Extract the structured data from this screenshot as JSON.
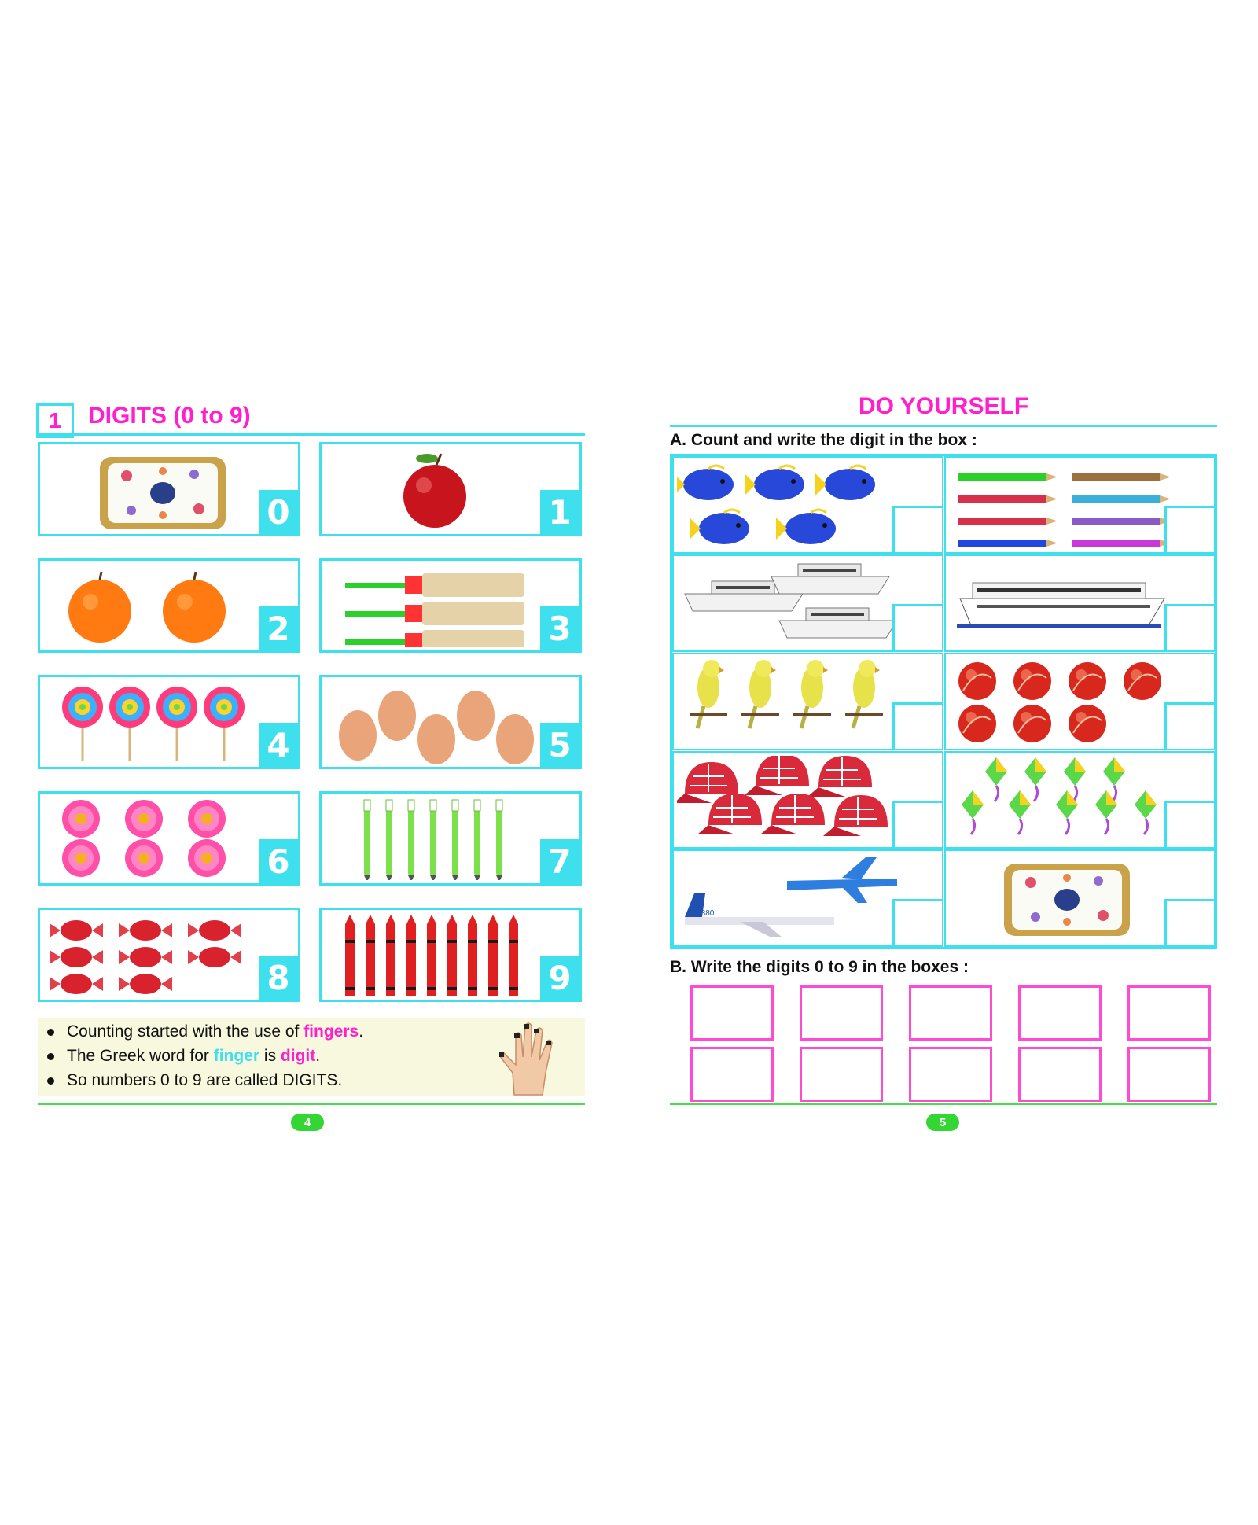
{
  "left_page": {
    "chapter_number": "1",
    "title": "DIGITS (0 to 9)",
    "cards": [
      {
        "digit": "0",
        "item": "empty-tray"
      },
      {
        "digit": "1",
        "item": "apple"
      },
      {
        "digit": "2",
        "item": "orange"
      },
      {
        "digit": "3",
        "item": "cricket-bat"
      },
      {
        "digit": "4",
        "item": "lollipop"
      },
      {
        "digit": "5",
        "item": "egg"
      },
      {
        "digit": "6",
        "item": "flower"
      },
      {
        "digit": "7",
        "item": "pen"
      },
      {
        "digit": "8",
        "item": "candy"
      },
      {
        "digit": "9",
        "item": "crayon"
      }
    ],
    "notes": {
      "line1_a": "Counting started with the use of ",
      "line1_b": "fingers",
      "line1_c": ".",
      "line2_a": "The Greek word for ",
      "line2_b": "finger",
      "line2_c": " is ",
      "line2_d": "digit",
      "line2_e": ".",
      "line3": "So numbers 0 to 9 are called DIGITS."
    },
    "page_number": "4"
  },
  "right_page": {
    "title": "DO YOURSELF",
    "section_a": "A. Count and write the digit in the box :",
    "count_cells": [
      {
        "item": "fish",
        "count": 5
      },
      {
        "item": "pencil",
        "count": 8
      },
      {
        "item": "yacht",
        "count": 3
      },
      {
        "item": "cruise-ship",
        "count": 1
      },
      {
        "item": "parrot",
        "count": 4
      },
      {
        "item": "ball",
        "count": 7
      },
      {
        "item": "cap",
        "count": 6
      },
      {
        "item": "kite",
        "count": 9
      },
      {
        "item": "aeroplane",
        "count": 2
      },
      {
        "item": "empty-tray",
        "count": 0
      }
    ],
    "plane_label": "A380",
    "section_b": "B. Write the digits 0 to 9 in the boxes :",
    "page_number": "5"
  },
  "colors": {
    "accent_cyan": "#3ee0ee",
    "accent_pink": "#ff1fcf",
    "accent_green": "#33d633"
  }
}
